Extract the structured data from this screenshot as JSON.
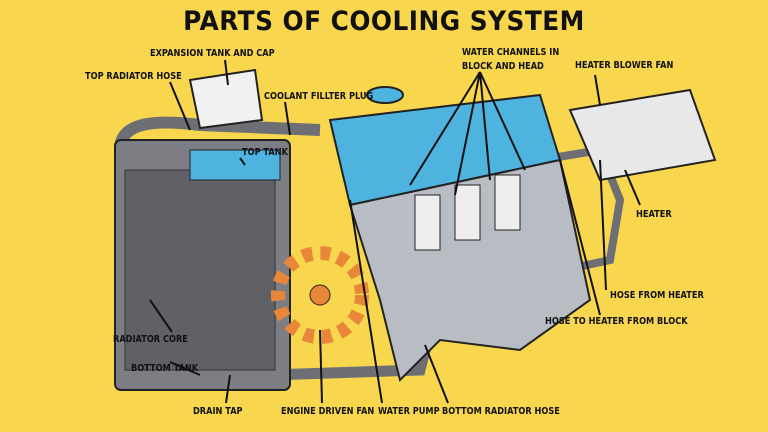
{
  "title": "PARTS OF COOLING SYSTEM",
  "labels": {
    "expansion_tank": "EXPANSION TANK AND CAP",
    "top_radiator_hose": "TOP RADIATOR HOSE",
    "coolant_plug": "COOLANT FILLTER PLUG",
    "water_channels_1": "WATER CHANNELS IN",
    "water_channels_2": "BLOCK AND HEAD",
    "heater_blower_fan": "HEATER BLOWER FAN",
    "top_tank": "TOP TANK",
    "heater": "HEATER",
    "hose_from_heater": "HOSE FROM HEATER",
    "hose_to_heater": "HOSE TO HEATER FROM BLOCK",
    "radiator_core": "RADIATOR CORE",
    "bottom_tank": "BOTTOM TANK",
    "drain_tap": "DRAIN TAP",
    "engine_fan": "ENGINE DRIVEN FAN",
    "water_pump": "WATER PUMP",
    "bottom_radiator_hose": "BOTTOM RADIATOR HOSE"
  },
  "colors": {
    "background": "#f8d74f",
    "coolant": "#4fb3e0",
    "fan": "#e8873a",
    "metal": "#8d8f96"
  }
}
